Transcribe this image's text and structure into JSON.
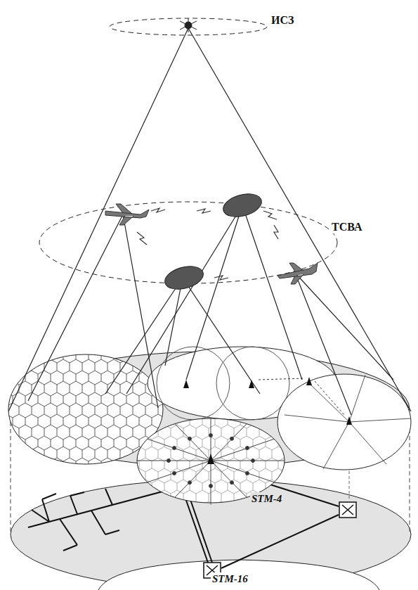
{
  "diagram": {
    "labels": [
      "ИСЗ",
      "ТСВА",
      "STM-4",
      "STM-16"
    ]
  }
}
